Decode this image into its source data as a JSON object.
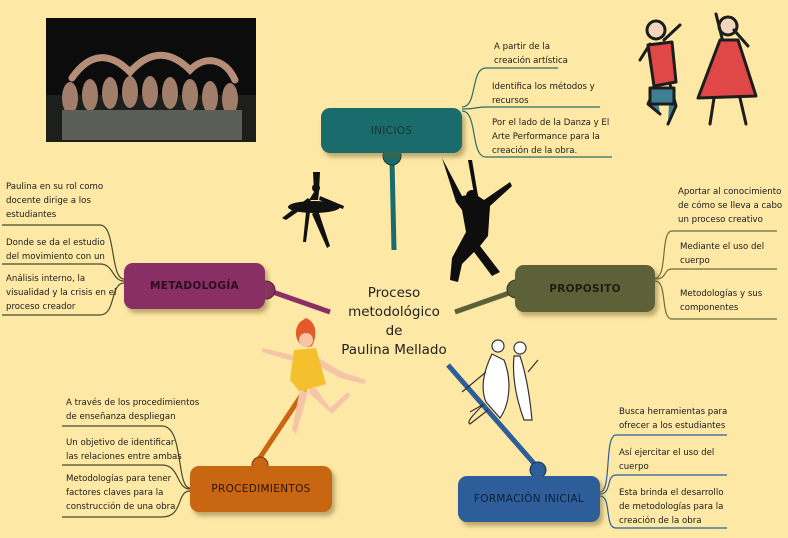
{
  "center": {
    "line1": "Proceso",
    "line2": "metodológico de",
    "line3": "Paulina Mellado"
  },
  "nodes": {
    "inicios": {
      "label": "INICIOS",
      "color": "#1a6b6b",
      "text_color": "#16332f"
    },
    "proposito": {
      "label": "PROPOSITO",
      "color": "#5d6138",
      "text_color": "#1e1e10"
    },
    "metodologia": {
      "label": "METADOLOGÍA",
      "color": "#8a2f66",
      "text_color": "#2a0d20"
    },
    "procedimientos": {
      "label": "PROCEDIMIENTOS",
      "color": "#c86612",
      "text_color": "#2a1406"
    },
    "formacion": {
      "label": "FORMACIÓN INICIAL",
      "color": "#2d5e9a",
      "text_color": "#0e1f36"
    }
  },
  "notes": {
    "inicios": [
      {
        "l1": "A partir de la",
        "l2": "creación artística"
      },
      {
        "l1": "Identifica los métodos y",
        "l2": "recursos"
      },
      {
        "l1": "Por el lado de la Danza y El",
        "l2": "Arte Performance para la",
        "l3": "creación de la obra."
      }
    ],
    "proposito": [
      {
        "l1": "Aportar al conocimiento",
        "l2": "de cómo se lleva a cabo",
        "l3": "un proceso creativo"
      },
      {
        "l1": "Mediante el uso del",
        "l2": "cuerpo"
      },
      {
        "l1": "Metodologías y sus",
        "l2": "componentes"
      }
    ],
    "metodologia": [
      {
        "l1": "Paulina en su rol como",
        "l2": "docente dirige a los",
        "l3": "estudiantes"
      },
      {
        "l1": "Donde se da el estudio",
        "l2": "del movimiento con un"
      },
      {
        "l1": "Análisis interno, la",
        "l2": "visualidad y la crisis en el",
        "l3": "proceso creador"
      }
    ],
    "procedimientos": [
      {
        "l1": "A través de los procedimientos",
        "l2": "de enseñanza despliegan"
      },
      {
        "l1": "Un objetivo de identificar",
        "l2": "las relaciones entre ambas"
      },
      {
        "l1": "Metodologías para tener",
        "l2": "factores claves para la",
        "l3": "construcción de una obra"
      }
    ],
    "formacion": [
      {
        "l1": "Busca herramientas para",
        "l2": "ofrecer a los estudiantes"
      },
      {
        "l1": "Así ejercitar el uso del",
        "l2": "cuerpo"
      },
      {
        "l1": "Esta brinda el desarrollo",
        "l2": "de metodologías para la",
        "l3": "creación de la obra"
      }
    ]
  },
  "images": {
    "photo": "dancers-group-photo",
    "couple_icon": "dancing-couple-icon",
    "ballerina": "ballerina-silhouette",
    "jumper": "jumping-dancer-silhouette",
    "yellow_dancer": "yellow-dress-dancer-illustration",
    "waltz": "waltz-couple-sketch"
  }
}
